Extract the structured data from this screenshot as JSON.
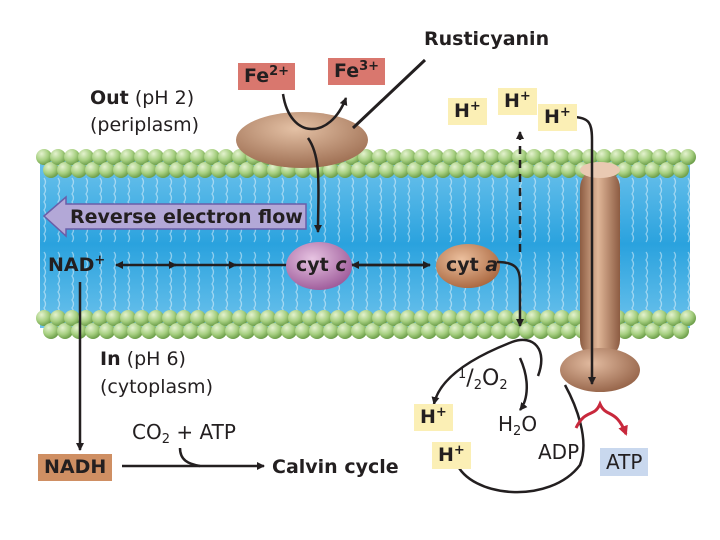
{
  "labels": {
    "rusticyanin": "Rusticyanin",
    "fe2": {
      "base": "Fe",
      "sup": "2+"
    },
    "fe3": {
      "base": "Fe",
      "sup": "3+"
    },
    "out_bold": "Out",
    "out_ph": "(pH 2)",
    "periplasm": "(periplasm)",
    "reverse_flow": "Reverse electron flow",
    "nad": {
      "base": "NAD",
      "sup": "+"
    },
    "cytc": {
      "base": "cyt",
      "italic": "c"
    },
    "cyta": {
      "base": "cyt",
      "italic": "a"
    },
    "in_bold": "In",
    "in_ph": "(pH 6)",
    "cytoplasm": "(cytoplasm)",
    "oxygen": {
      "num": "1",
      "den": "2",
      "base": "O",
      "sub": "2"
    },
    "water": {
      "a": "H",
      "sub": "2",
      "b": "O"
    },
    "adp": "ADP",
    "atp": "ATP",
    "co2_atp": {
      "a": "CO",
      "sub": "2",
      "b": " + ATP"
    },
    "nadh": "NADH",
    "calvin": "Calvin cycle",
    "proton": {
      "base": "H",
      "sup": "+"
    }
  },
  "colors": {
    "membrane_blue": "#2aa2de",
    "lipid_head": "#a6cf80",
    "fe_box": "#d9776e",
    "proton_box": "#fbefb5",
    "nadh_box": "#cf8f63",
    "atp_box": "#c9d8ee",
    "arrow_red": "#c8283c",
    "reverse_arrow": "#9b8cc6",
    "cyt_c": "#b679b3",
    "cyt_a": "#c8855b",
    "atp_synthase": "#b07f62"
  }
}
